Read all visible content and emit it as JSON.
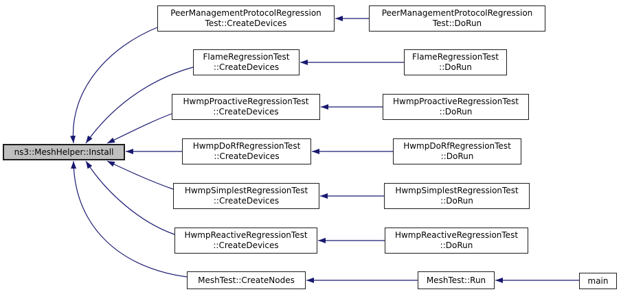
{
  "graph": {
    "root": {
      "label": "ns3::MeshHelper::Install"
    },
    "rows": [
      {
        "caller": [
          "PeerManagementProtocolRegression",
          "Test::CreateDevices"
        ],
        "runner": [
          "PeerManagementProtocolRegression",
          "Test::DoRun"
        ]
      },
      {
        "caller": [
          "FlameRegressionTest",
          "::CreateDevices"
        ],
        "runner": [
          "FlameRegressionTest",
          "::DoRun"
        ]
      },
      {
        "caller": [
          "HwmpProactiveRegressionTest",
          "::CreateDevices"
        ],
        "runner": [
          "HwmpProactiveRegressionTest",
          "::DoRun"
        ]
      },
      {
        "caller": [
          "HwmpDoRfRegressionTest",
          "::CreateDevices"
        ],
        "runner": [
          "HwmpDoRfRegressionTest",
          "::DoRun"
        ]
      },
      {
        "caller": [
          "HwmpSimplestRegressionTest",
          "::CreateDevices"
        ],
        "runner": [
          "HwmpSimplestRegressionTest",
          "::DoRun"
        ]
      },
      {
        "caller": [
          "HwmpReactiveRegressionTest",
          "::CreateDevices"
        ],
        "runner": [
          "HwmpReactiveRegressionTest",
          "::DoRun"
        ]
      },
      {
        "caller": [
          "MeshTest::CreateNodes"
        ],
        "runner": [
          "MeshTest::Run"
        ],
        "extra": [
          "main"
        ]
      }
    ],
    "colors": {
      "edge": "#191970",
      "root_fill": "#bfbfbf",
      "node_fill": "#ffffff",
      "node_border": "#1c1c1c",
      "text": "#000000",
      "background": "#ffffff"
    }
  }
}
